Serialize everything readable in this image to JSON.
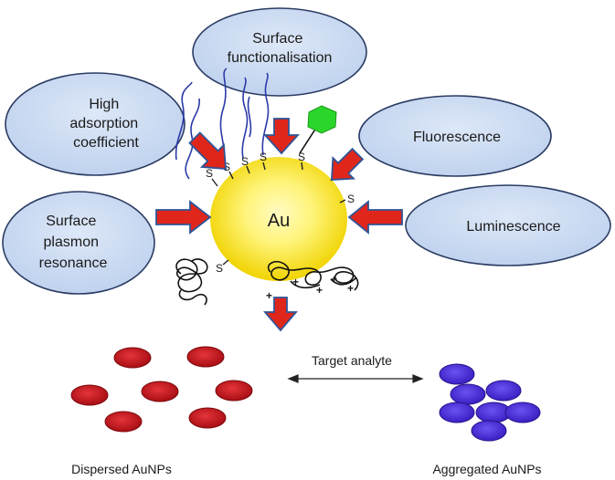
{
  "properties": {
    "surface_functionalisation": [
      "Surface",
      "functionalisation"
    ],
    "high_adsorption": [
      "High",
      "adsorption",
      "coefficient"
    ],
    "fluorescence": [
      "Fluorescence"
    ],
    "surface_plasmon": [
      "Surface",
      "plasmon",
      "resonance"
    ],
    "luminescence": [
      "Luminescence"
    ]
  },
  "nanoparticle": {
    "label": "Au",
    "thiol_symbol": "S",
    "charge_symbol": "+"
  },
  "states": {
    "target_label": "Target analyte",
    "dispersed_label": "Dispersed AuNPs",
    "aggregated_label": "Aggregated AuNPs"
  },
  "colors": {
    "ellipse_fill": "#c9d9f2",
    "ellipse_stroke": "#2b3c63",
    "arrow_fill": "#e0261b",
    "arrow_stroke": "#2f5597",
    "gold_core": "#fff58a",
    "gold_edge": "#f2d600",
    "dispersed": "#c9161d",
    "aggregated": "#4a2cd9",
    "ligand": "#2b3aa8",
    "hexagon": "#2bd62b"
  }
}
